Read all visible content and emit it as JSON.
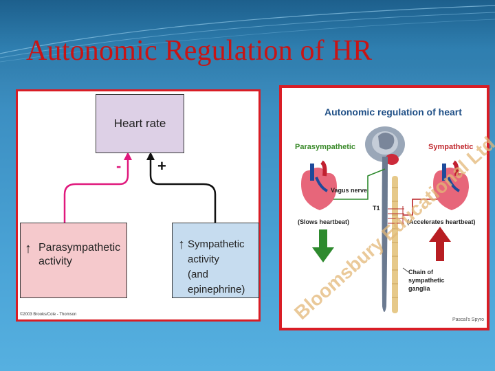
{
  "slide": {
    "title": "Autonomic Regulation of HR"
  },
  "left_diagram": {
    "heart_rate_label": "Heart rate",
    "minus_sign": "-",
    "plus_sign": "+",
    "para_arrow": "↑",
    "para_line1": "Parasympathetic",
    "para_line2": "activity",
    "symp_arrow": "↑",
    "symp_line1": "Sympathetic",
    "symp_line2": "activity",
    "symp_line3": "(and epinephrine)",
    "copyright": "©2003 Brooks/Cole - Thomson"
  },
  "right_diagram": {
    "title": "Autonomic regulation of heart",
    "parasympathetic": "Parasympathetic",
    "sympathetic": "Sympathetic",
    "vagus_nerve": "Vagus nerve",
    "t1": "T1",
    "slows": "(Slows heartbeat)",
    "accelerates": "(Accelerates heartbeat)",
    "chain_line1": "Chain of",
    "chain_line2": "sympathetic",
    "chain_line3": "ganglia",
    "watermark": "Bloomsbury Educational Ltd",
    "credit": "Pascal's Spyro",
    "colors": {
      "green": "#2e8a2e",
      "red": "#b81d22",
      "spine": "#e6c98a"
    }
  }
}
